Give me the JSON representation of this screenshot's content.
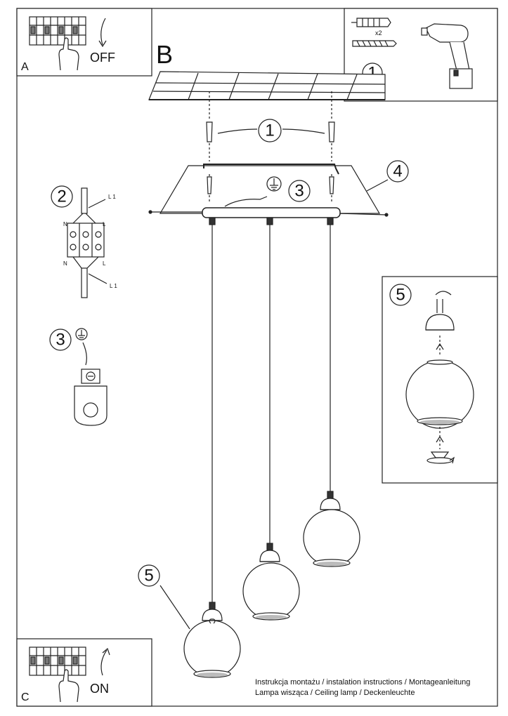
{
  "panel_a": {
    "letter": "A",
    "action": "OFF"
  },
  "panel_b": {
    "letter": "B"
  },
  "panel_c": {
    "letter": "C",
    "action": "ON"
  },
  "tools": {
    "step": "1",
    "anchor_count": "x2"
  },
  "callouts": {
    "step_1": "1",
    "step_2": "2",
    "step_3": "3",
    "step_4": "4",
    "step_5": "5"
  },
  "wiring": {
    "neutral": "N",
    "live": "L",
    "live_1": "L 1"
  },
  "captions": {
    "line_1": "Instrukcja montażu / instalation instructions / Montageanleitung",
    "line_2": "Lampa wisząca / Ceiling lamp / Deckenleuchte"
  }
}
